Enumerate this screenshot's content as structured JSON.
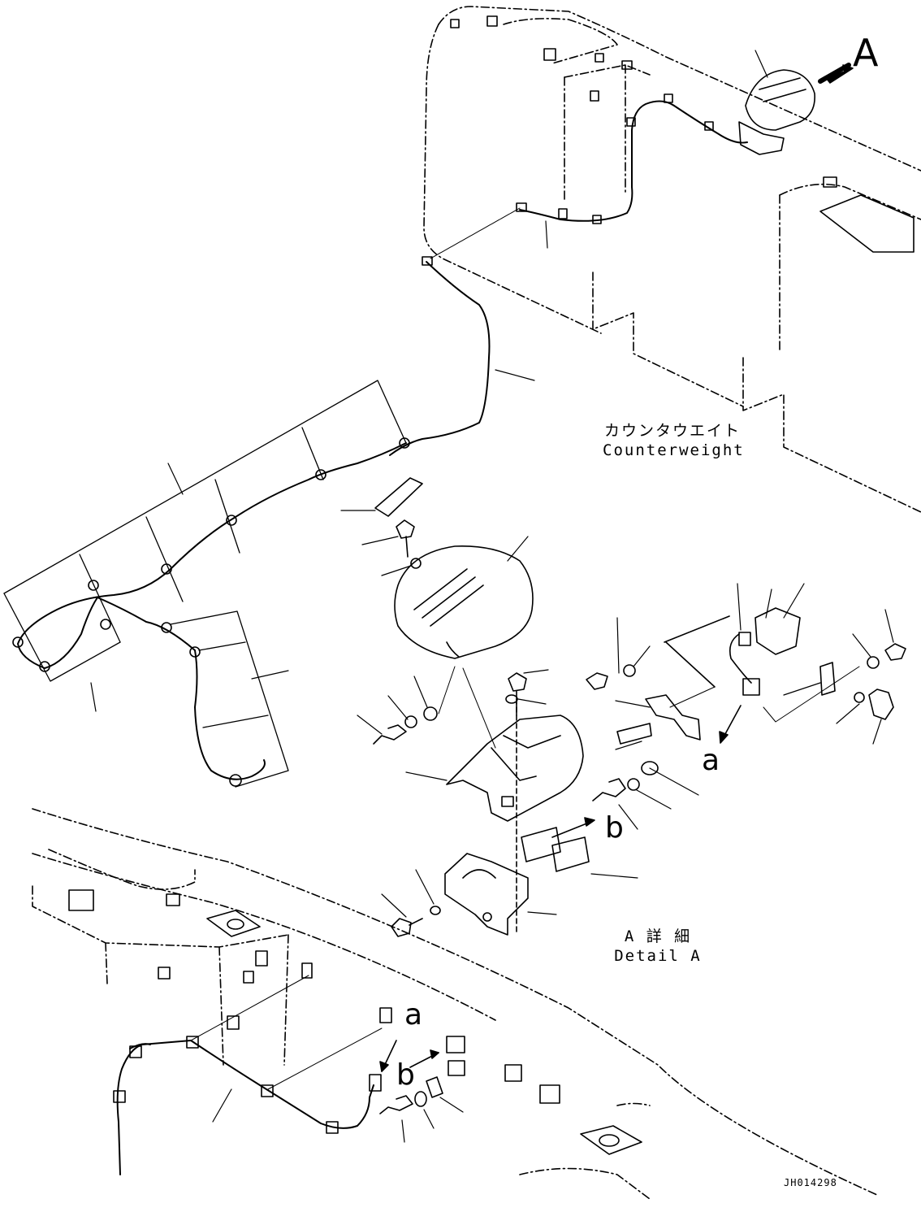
{
  "view_labels": {
    "view_a_arrow": "A",
    "arrow_a_detail": "a",
    "arrow_b_detail": "b",
    "arrow_a_machine": "a",
    "arrow_b_machine": "b"
  },
  "counterweight": {
    "jp": "カウンタウエイト",
    "en": "Counterweight"
  },
  "detail": {
    "jp": "A 詳 細",
    "en": "Detail A"
  },
  "drawing_number": "JH014298",
  "colors": {
    "ink": "#000000",
    "paper": "#ffffff"
  }
}
